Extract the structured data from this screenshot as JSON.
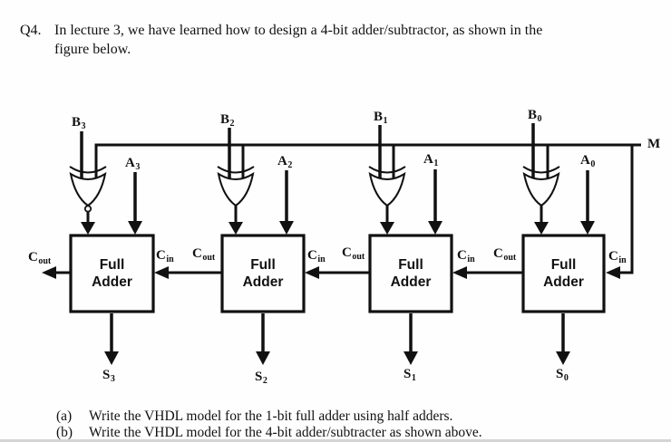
{
  "question": {
    "number": "Q4.",
    "line1": "In lecture 3, we have learned how to design a 4-bit adder/subtractor, as shown in the",
    "line2": "figure below.",
    "parts": [
      {
        "label": "(a)",
        "text": "Write the VHDL model for the 1-bit full adder using half adders."
      },
      {
        "label": "(b)",
        "text": "Write the VHDL model for the 4-bit adder/subtracter as shown above."
      }
    ]
  },
  "diagram": {
    "m_label": "M",
    "full_adder": {
      "line1": "Full",
      "line2": "Adder"
    },
    "b_labels": [
      {
        "base": "B",
        "sub": "3"
      },
      {
        "base": "B",
        "sub": "2"
      },
      {
        "base": "B",
        "sub": "1"
      },
      {
        "base": "B",
        "sub": "0"
      }
    ],
    "a_labels": [
      {
        "base": "A",
        "sub": "3"
      },
      {
        "base": "A",
        "sub": "2"
      },
      {
        "base": "A",
        "sub": "1"
      },
      {
        "base": "A",
        "sub": "0"
      }
    ],
    "s_labels": [
      {
        "base": "S",
        "sub": "3"
      },
      {
        "base": "S",
        "sub": "2"
      },
      {
        "base": "S",
        "sub": "1"
      },
      {
        "base": "S",
        "sub": "0"
      }
    ],
    "cout_label": {
      "base": "C",
      "sub": "out"
    },
    "cin_label": {
      "base": "C",
      "sub": "in"
    },
    "colors": {
      "ink": "#111111",
      "background": "#fefefe"
    }
  }
}
